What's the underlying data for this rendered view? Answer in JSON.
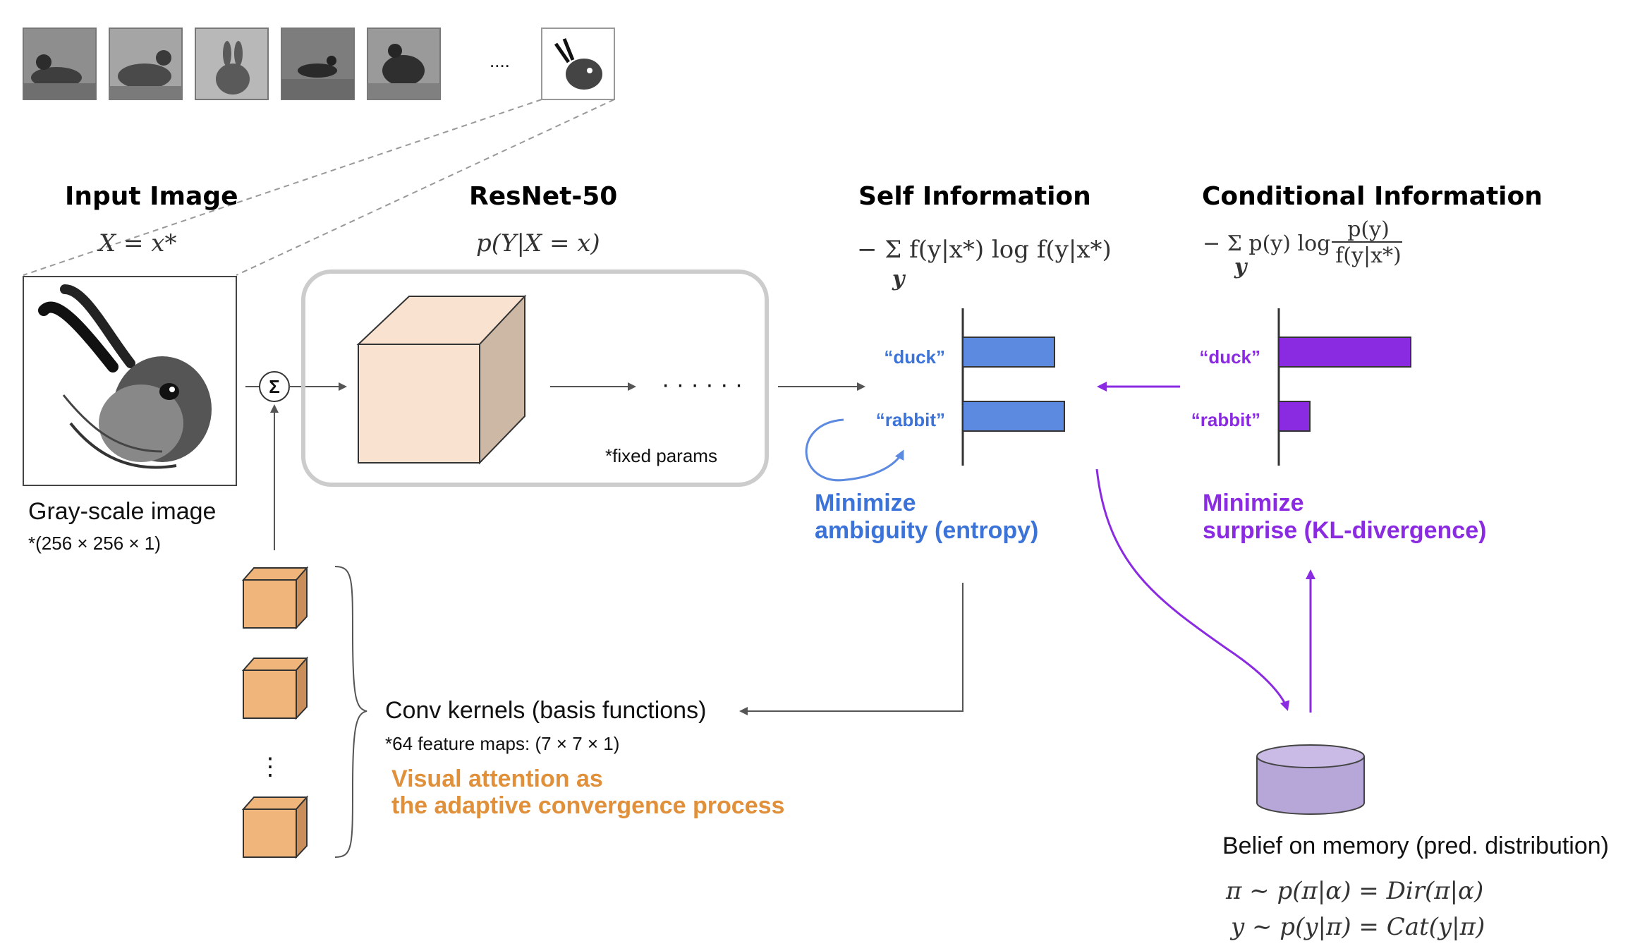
{
  "thumbnails": [
    "duck",
    "duck",
    "rabbit",
    "duck",
    "duck"
  ],
  "thumbnails_ellipsis": "....",
  "input": {
    "title": "Input Image",
    "formula": "X = x*",
    "caption": "Gray-scale image",
    "dims": "*(256 × 256 × 1)"
  },
  "resnet": {
    "title": "ResNet-50",
    "formula": "p(Y|X = x)",
    "ellipsis": "· · · · · ·",
    "note": "*fixed params"
  },
  "sum_symbol": "Σ",
  "self_info": {
    "title": "Self Information",
    "formula": "− Σ f(y|x*) log f(y|x*)",
    "sum_index": "y",
    "labels": [
      "“duck”",
      "“rabbit”"
    ],
    "values": [
      0.65,
      0.72
    ],
    "minimize_line1": "Minimize",
    "minimize_line2": "ambiguity (entropy)",
    "color": "#5b8ae0"
  },
  "cond_info": {
    "title": "Conditional Information",
    "formula_prefix": "− Σ p(y) log",
    "formula_num": "p(y)",
    "formula_den": "f(y|x*)",
    "sum_index": "y",
    "labels": [
      "“duck”",
      "“rabbit”"
    ],
    "values": [
      0.85,
      0.2
    ],
    "minimize_line1": "Minimize",
    "minimize_line2": "surprise (KL-divergence)",
    "color": "#8a2be2"
  },
  "kernels": {
    "title": "Conv kernels (basis functions)",
    "note": "*64 feature maps: (7 × 7 × 1)",
    "vertical_ellipsis": "⋮",
    "attention_line1": "Visual attention as",
    "attention_line2": "the adaptive convergence process"
  },
  "memory": {
    "title": "Belief on memory (pred. distribution)",
    "eq1": "π ∼ p(π|α) = Dir(π|α)",
    "eq2": "y ∼ p(y|π) = Cat(y|π)"
  }
}
